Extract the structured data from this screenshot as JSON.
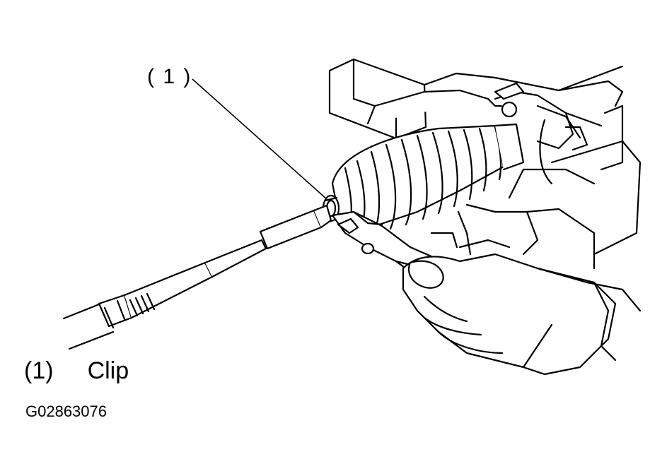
{
  "callout": {
    "label": "( 1 )"
  },
  "legend": {
    "items": [
      {
        "number": "(1)",
        "text": "Clip"
      }
    ]
  },
  "figure_id": "G02863076",
  "illustration": {
    "subject": "steering rack boot clip removal with pliers",
    "icon": "pliers-icon"
  }
}
